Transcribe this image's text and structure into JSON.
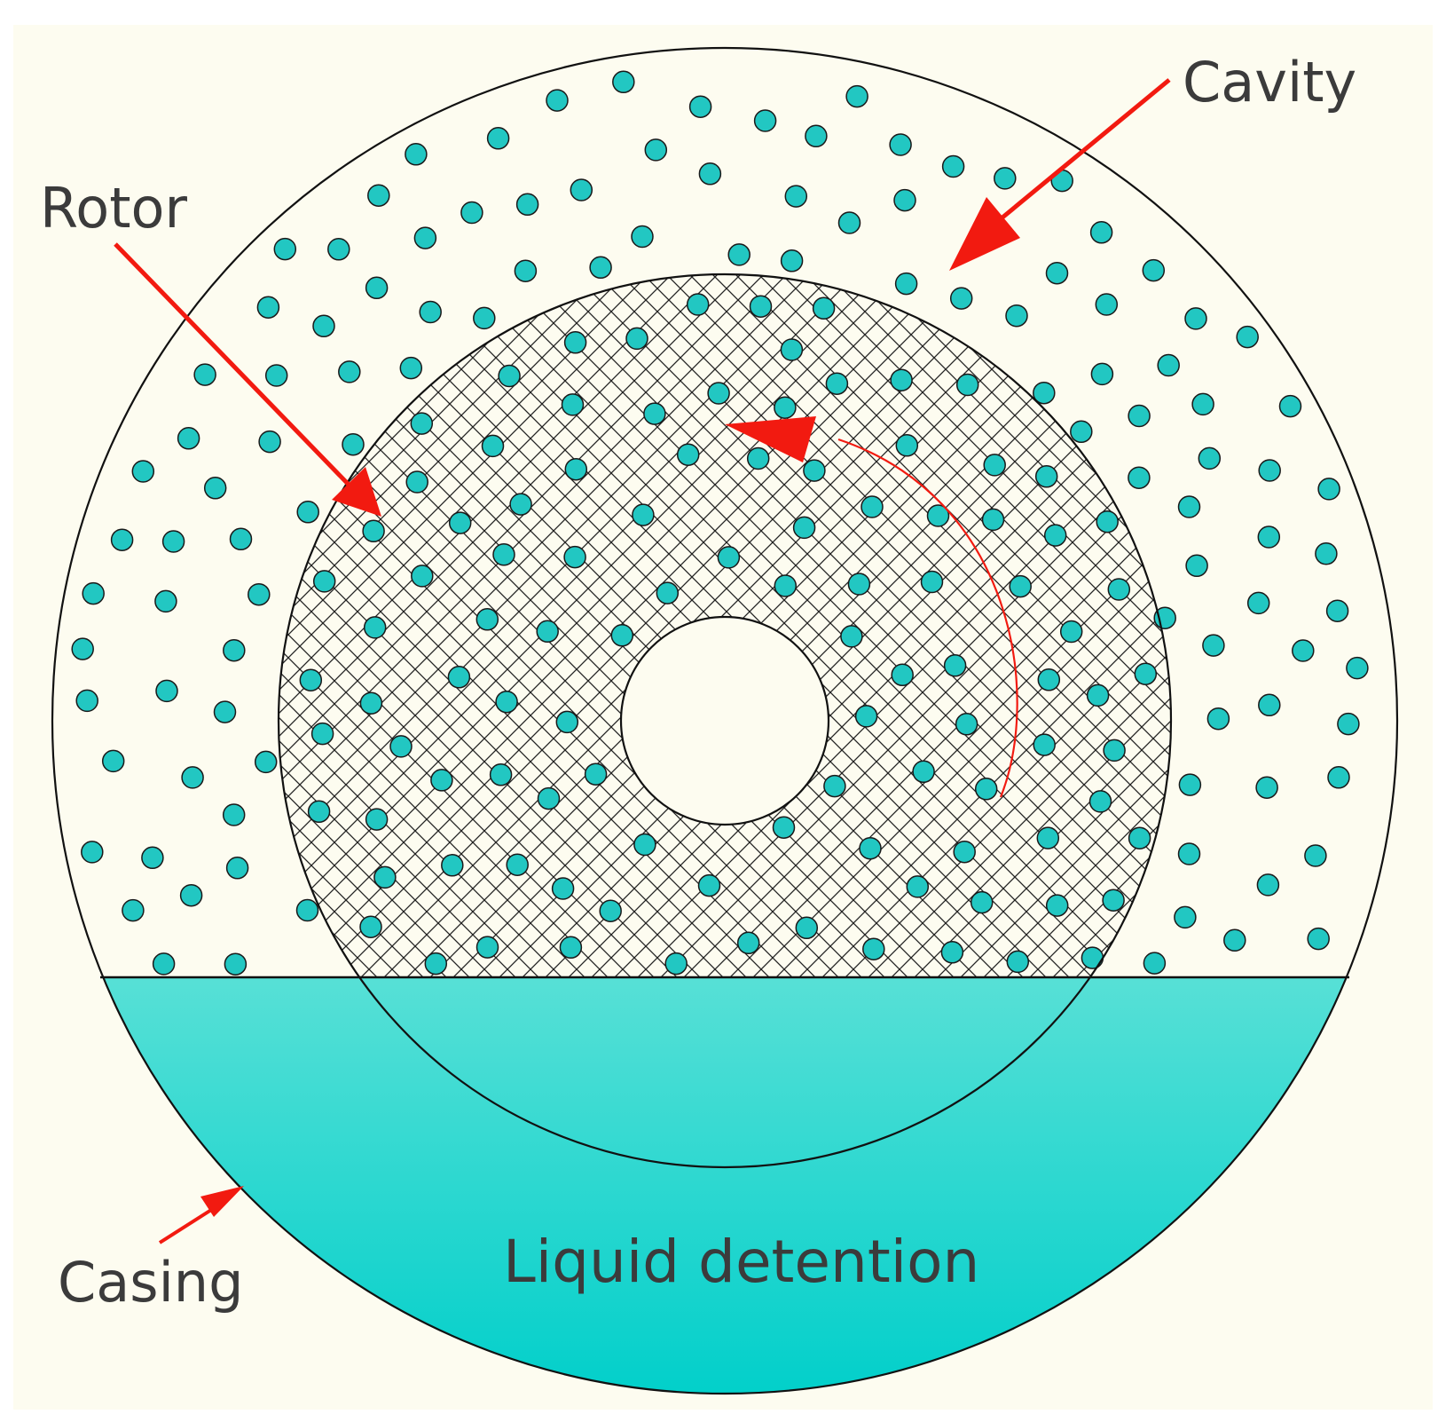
{
  "labels": {
    "cavity": "Cavity",
    "rotor": "Rotor",
    "casing": "Casing",
    "liquid": "Liquid detention"
  },
  "colors": {
    "background": "#fdfcf0",
    "particle": "#22c7c2",
    "liquid_top": "#57e0d6",
    "liquid_bottom": "#00cfca",
    "arrow": "#f21a10",
    "outline": "#111111",
    "text": "#3b3b3b"
  }
}
